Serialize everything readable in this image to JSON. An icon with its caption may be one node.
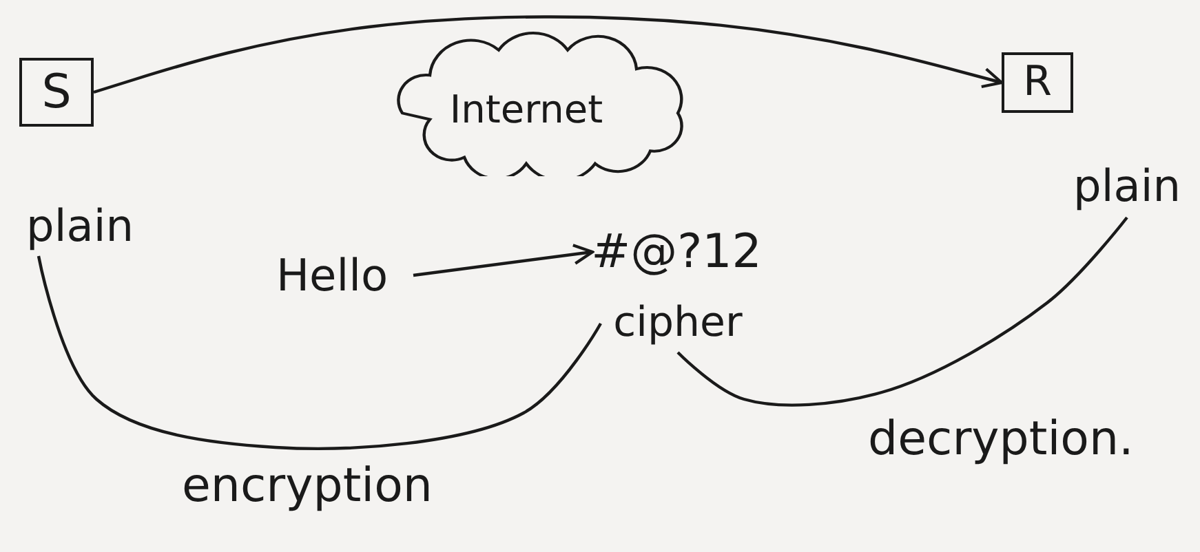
{
  "diagram": {
    "nodes": [
      {
        "text": [
          "S"
        ]
      },
      {
        "text": [
          "R"
        ]
      },
      {
        "text": [
          "Internet"
        ]
      },
      {
        "text": [
          "plain"
        ]
      },
      {
        "text": [
          "Hello"
        ]
      },
      {
        "text": [
          "#@?12"
        ]
      },
      {
        "text": [
          "cipher"
        ]
      },
      {
        "text": [
          "plain"
        ]
      }
    ],
    "edges": [
      {
        "from": 0,
        "to": 1,
        "arrow": "to"
      },
      {
        "from": 4,
        "to": 5,
        "arrow": "to"
      },
      {
        "from": 3,
        "to": 6,
        "arrow": "none",
        "label": "encryption"
      },
      {
        "from": 6,
        "to": 7,
        "arrow": "none",
        "label": "decryption."
      }
    ]
  }
}
